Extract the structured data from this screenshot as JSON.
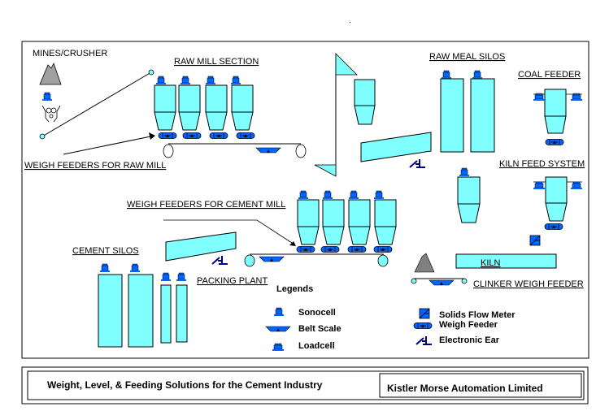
{
  "colors": {
    "silo_fill": "#80ffff",
    "instrument_blue": "#0066ff",
    "electronic_ear": "#000080",
    "stockpile_gray": "#a0a0a0",
    "outline": "#000000"
  },
  "labels": {
    "mines_crusher": "MINES/CRUSHER",
    "raw_mill_section": "RAW MILL SECTION",
    "weigh_feeders_raw_mill": "WEIGH FEEDERS FOR RAW MILL",
    "raw_meal_silos": "RAW MEAL SILOS",
    "coal_feeder": "COAL FEEDER",
    "kiln_feed_system": "KILN FEED SYSTEM",
    "weigh_feeders_cement_mill": "WEIGH FEEDERS FOR CEMENT MILL",
    "cement_silos": "CEMENT SILOS",
    "packing_plant": "PACKING PLANT",
    "kiln": "KILN",
    "clinker_weigh_feeder": "CLINKER WEIGH FEEDER"
  },
  "legend": {
    "title": "Legends",
    "items": [
      {
        "icon": "sonocell-icon",
        "label": "Sonocell"
      },
      {
        "icon": "belt-scale-icon",
        "label": "Belt Scale"
      },
      {
        "icon": "loadcell-icon",
        "label": "Loadcell"
      },
      {
        "icon": "solids-flow-meter-icon",
        "label": "Solids Flow Meter"
      },
      {
        "icon": "weigh-feeder-icon",
        "label": "Weigh Feeder"
      },
      {
        "icon": "electronic-ear-icon",
        "label": "Electronic Ear"
      }
    ]
  },
  "footer": {
    "tagline": "Weight, Level, & Feeding Solutions for the Cement Industry",
    "company": "Kistler Morse Automation Limited"
  }
}
